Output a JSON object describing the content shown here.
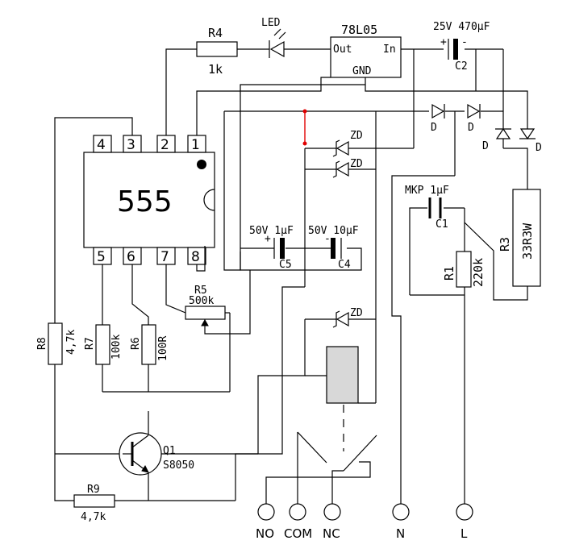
{
  "ic": {
    "label": "555",
    "pins_top": [
      "4",
      "3",
      "2",
      "1"
    ],
    "pins_bottom": [
      "5",
      "6",
      "7",
      "8"
    ]
  },
  "regulator": {
    "label": "78L05",
    "out": "Out",
    "in": "In",
    "gnd": "GND"
  },
  "components": {
    "r4": {
      "ref": "R4",
      "value": "1k"
    },
    "led": {
      "ref": "LED"
    },
    "c2": {
      "ref": "C2",
      "value": "25V 470µF",
      "plus": "+",
      "minus": "-"
    },
    "c5": {
      "ref": "C5",
      "value": "50V 1µF",
      "plus": "+"
    },
    "c4": {
      "ref": "C4",
      "value": "50V 10µF",
      "minus": "-"
    },
    "c1": {
      "ref": "C1",
      "value": "MKP 1µF"
    },
    "r1": {
      "ref": "R1",
      "value": "220k"
    },
    "r3": {
      "ref": "R3",
      "value": "33R3W"
    },
    "r5": {
      "ref": "R5",
      "value": "500k"
    },
    "r8": {
      "ref": "R8",
      "value": "4,7k"
    },
    "r7": {
      "ref": "R7",
      "value": "100k"
    },
    "r6": {
      "ref": "R6",
      "value": "100R"
    },
    "r9": {
      "ref": "R9",
      "value": "4,7k"
    },
    "q1": {
      "ref": "Q1",
      "value": "S8050"
    },
    "zd_label": "ZD",
    "d_label": "D"
  },
  "terminals": [
    "NO",
    "COM",
    "NC",
    "N",
    "L"
  ],
  "colors": {
    "wire": "#000000",
    "highlight": "#e00000",
    "relay": "#d8d8d8"
  }
}
